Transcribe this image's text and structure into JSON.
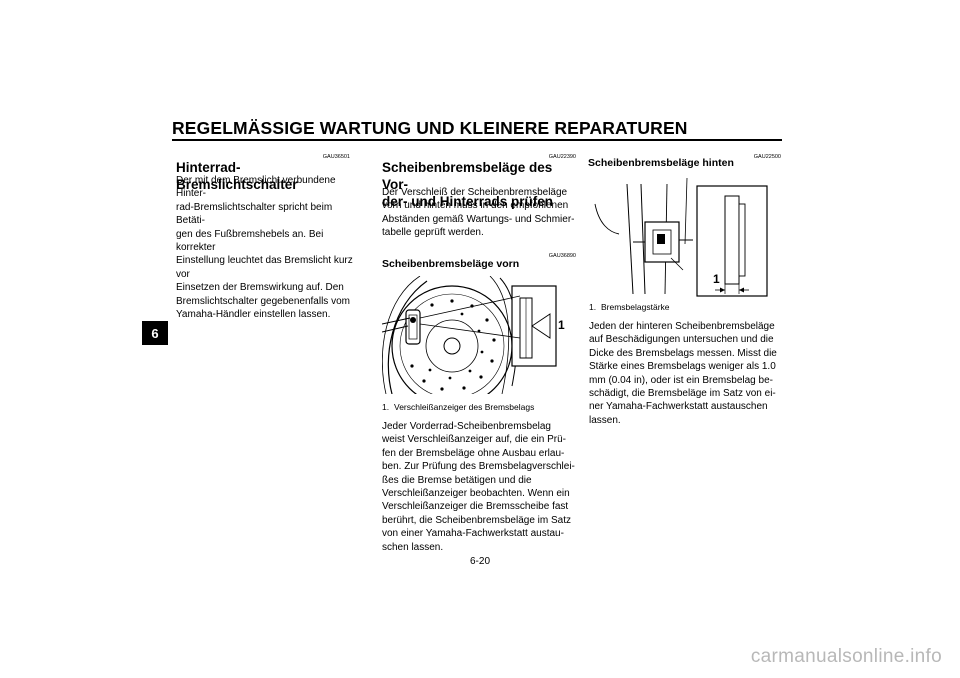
{
  "header": {
    "title": "REGELMÄSSIGE WARTUNG UND KLEINERE REPARATUREN",
    "chapter_tab": "6"
  },
  "col1": {
    "code": "GAU36501",
    "heading": "Hinterrad-Bremslichtschalter",
    "body": "Der mit dem Bremslicht verbundene Hinter-\nrad-Bremslichtschalter spricht beim Betäti-\ngen des Fußbremshebels an. Bei korrekter\nEinstellung leuchtet das Bremslicht kurz vor\nEinsetzen der Bremswirkung auf. Den\nBremslichtschalter gegebenenfalls vom\nYamaha-Händler einstellen lassen."
  },
  "col2": {
    "code1": "GAU22390",
    "heading": "Scheibenbremsbeläge des Vor-\nder- und Hinterrads prüfen",
    "intro": "Der Verschleiß der Scheibenbremsbeläge\nvorn und hinten muss in den empfohlenen\nAbständen gemäß Wartungs- und Schmier-\ntabelle geprüft werden.",
    "code2": "GAU36890",
    "subheading": "Scheibenbremsbeläge vorn",
    "callout": "1",
    "caption_num": "1.",
    "caption_text": "Verschleißanzeiger des Bremsbelags",
    "body": "Jeder Vorderrad-Scheibenbremsbelag\nweist Verschleißanzeiger auf, die ein Prü-\nfen der Bremsbeläge ohne Ausbau erlau-\nben. Zur Prüfung des Bremsbelagverschlei-\nßes die Bremse betätigen und die\nVerschleißanzeiger beobachten. Wenn ein\nVerschleißanzeiger die Bremsscheibe fast\nberührt, die Scheibenbremsbeläge im Satz\nvon einer Yamaha-Fachwerkstatt austau-\nschen lassen."
  },
  "col3": {
    "code": "GAU22500",
    "subheading": "Scheibenbremsbeläge hinten",
    "callout": "1",
    "caption_num": "1.",
    "caption_text": "Bremsbelagstärke",
    "body": "Jeden der hinteren Scheibenbremsbeläge\nauf Beschädigungen untersuchen und die\nDicke des Bremsbelags messen. Misst die\nStärke eines Bremsbelags weniger als 1.0\nmm (0.04 in), oder ist ein Bremsbelag be-\nschädigt, die Bremsbeläge im Satz von ei-\nner Yamaha-Fachwerkstatt austauschen\nlassen."
  },
  "footer": {
    "page_number": "6-20",
    "watermark": "carmanualsonline.info"
  }
}
